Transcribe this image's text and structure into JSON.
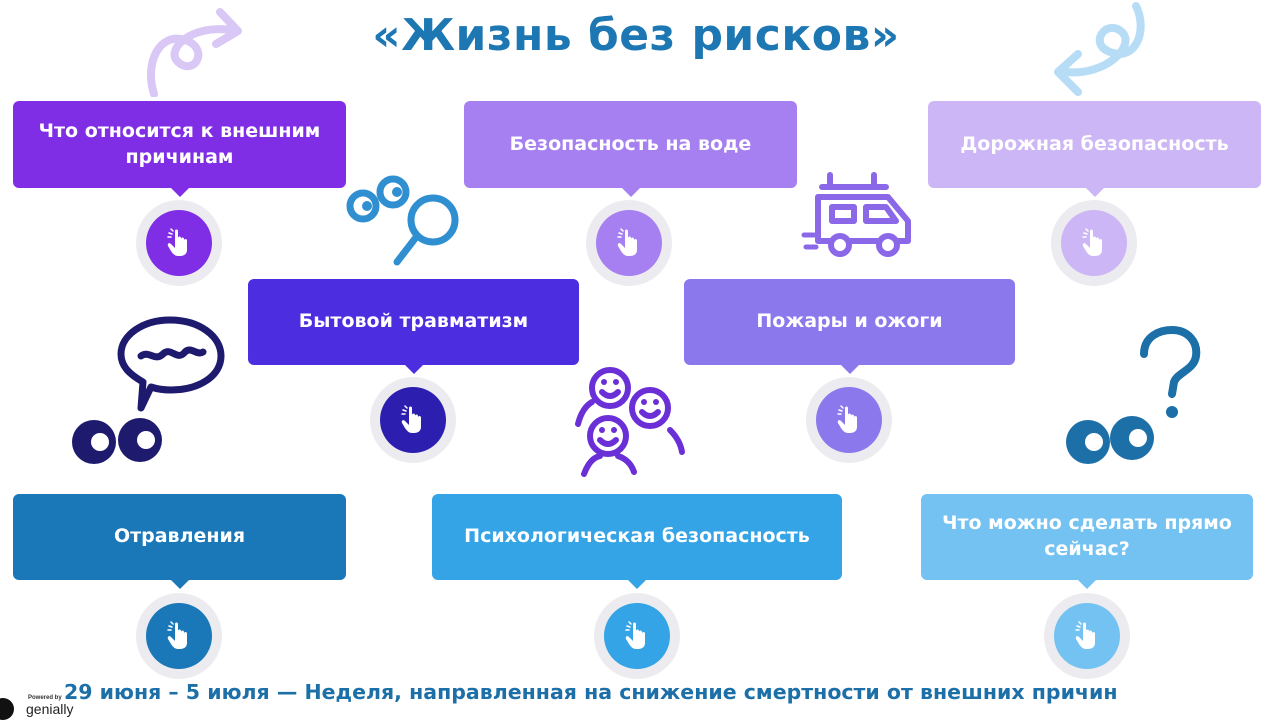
{
  "title": "«Жизнь без рисков»",
  "cards": [
    {
      "label": "Что относится к внешним причинам",
      "color": "#7f2ee6"
    },
    {
      "label": "Безопасность на воде",
      "color": "#a67ff0"
    },
    {
      "label": "Дорожная безопасность",
      "color": "#cdb6f5"
    },
    {
      "label": "Бытовой травматизм",
      "color": "#4d2de0"
    },
    {
      "label": "Пожары и ожоги",
      "color": "#8a78ec"
    },
    {
      "label": "Отравления",
      "color": "#1a78b8"
    },
    {
      "label": "Психологическая безопасность",
      "color": "#34a4e6"
    },
    {
      "label": "Что можно сделать прямо сейчас?",
      "color": "#74c2f2"
    }
  ],
  "footer": "29 июня – 5 июля — Неделя, направленная на снижение смертности от внешних причин",
  "branding": {
    "powered_by": "Powered by",
    "name": "genially"
  },
  "icons": {
    "button": "hand-pointer-icon",
    "decorations": [
      "swirl-arrow-icon",
      "swirl-arrow-icon",
      "magnifier-icon",
      "van-icon",
      "speech-bubble-icon",
      "eyes-icon",
      "faces-group-icon",
      "question-mark-icon",
      "eyes-icon"
    ]
  }
}
